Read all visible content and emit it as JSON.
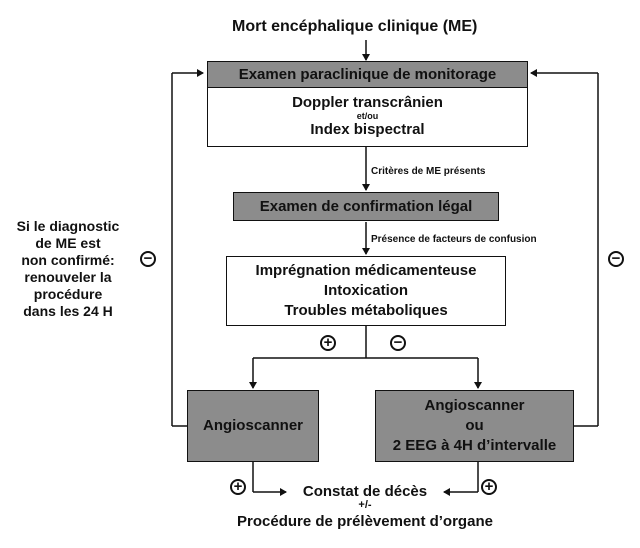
{
  "title": "Mort encéphalique clinique (ME)",
  "monitoring": {
    "header": "Examen paraclinique de monitorage",
    "line1": "Doppler transcrânien",
    "line2": "et/ou",
    "line3": "Index bispectral"
  },
  "edge_criteria": "Critères de ME présents",
  "confirmation": "Examen de confirmation légal",
  "edge_confusion": "Présence de facteurs de confusion",
  "factors": {
    "line1": "Imprégnation médicamenteuse",
    "line2": "Intoxication",
    "line3": "Troubles métaboliques"
  },
  "angioscanner_left": "Angioscanner",
  "angioscanner_right": {
    "line1": "Angioscanner",
    "line2": "ou",
    "line3": "2 EEG à 4H d’intervalle"
  },
  "outcome": {
    "line1": "Constat de décès",
    "line2": "+/-",
    "line3": "Procédure de prélèvement d’organe"
  },
  "side_note": [
    "Si le diagnostic",
    "de ME est",
    "non confirmé:",
    "renouveler la",
    "procédure",
    "dans les 24 H"
  ],
  "signs": {
    "plus": "+",
    "minus": "−"
  },
  "colors": {
    "box_fill_gray": "#8c8c8c",
    "line": "#111111"
  }
}
